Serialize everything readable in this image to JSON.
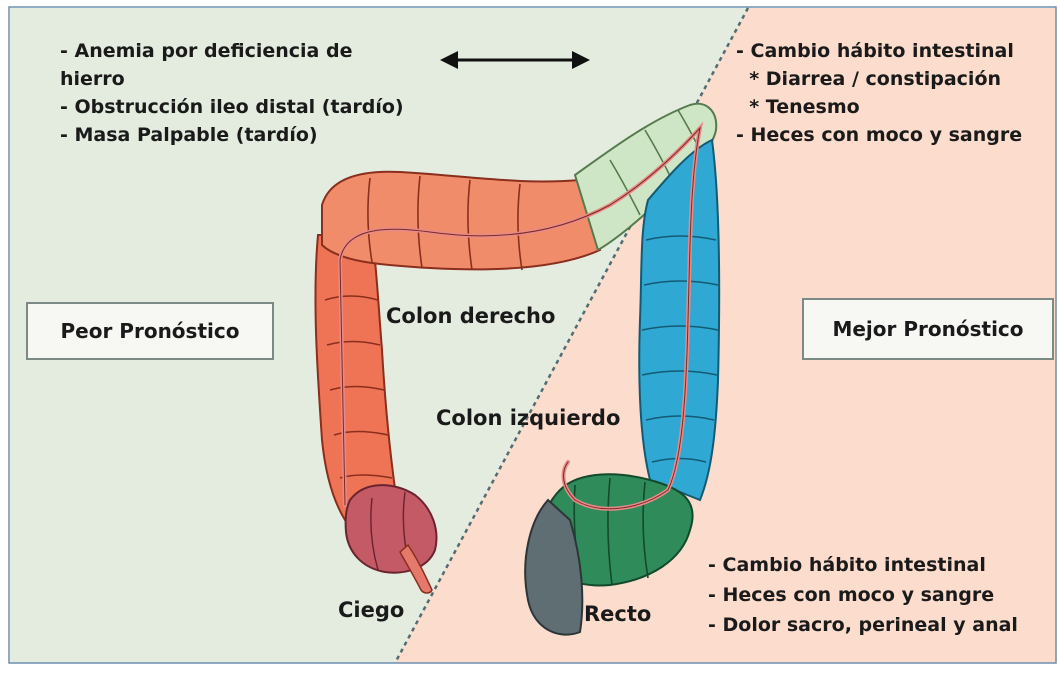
{
  "colors": {
    "left_bg": "#e3ecdf",
    "right_bg": "#fbdccd",
    "colon_right": "#ef7355",
    "colon_transverse": "#f08c6a",
    "colon_splenic": "#cfe6c6",
    "colon_left": "#2fa9d3",
    "rectum": "#2f8b5a",
    "cecum": "#c45a66",
    "appendix_stump": "#5f6e73",
    "mucosa_line": "#e88a8a"
  },
  "top_left_list": [
    "- Anemia por deficiencia de",
    "hierro",
    "- Obstrucción ileo distal (tardío)",
    "- Masa Palpable (tardío)"
  ],
  "top_right_list": [
    "- Cambio hábito intestinal",
    "  * Diarrea / constipación",
    "  * Tenesmo",
    "- Heces con moco y sangre"
  ],
  "bottom_right_list": [
    "- Cambio hábito intestinal",
    "- Heces con moco y sangre",
    "- Dolor sacro, perineal y anal"
  ],
  "boxes": {
    "worse": "Peor Pronóstico",
    "better": "Mejor Pronóstico"
  },
  "labels": {
    "colon_right": "Colon derecho",
    "colon_left": "Colon izquierdo",
    "cecum": "Ciego",
    "rectum": "Recto"
  }
}
